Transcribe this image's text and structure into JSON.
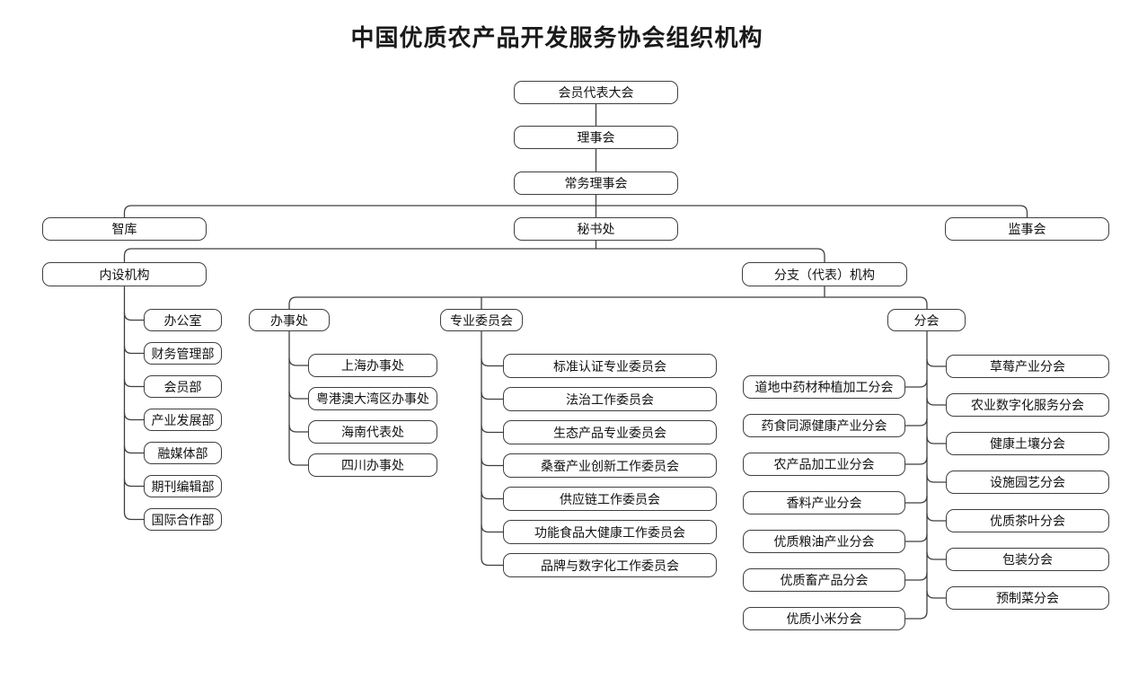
{
  "title": "中国优质农产品开发服务协会组织机构",
  "colors": {
    "line": "#3f3f3f",
    "box_border": "#3f3f3f",
    "text": "#111111",
    "background": "#ffffff"
  },
  "org": {
    "assembly": "会员代表大会",
    "council": "理事会",
    "standing_council": "常务理事会",
    "think_tank": "智库",
    "secretariat": "秘书处",
    "supervisory_board": "监事会",
    "internal_orgs": {
      "label": "内设机构",
      "departments": [
        "办公室",
        "财务管理部",
        "会员部",
        "产业发展部",
        "融媒体部",
        "期刊编辑部",
        "国际合作部"
      ]
    },
    "branch_orgs": {
      "label": "分支（代表）机构",
      "offices": {
        "label": "办事处",
        "items": [
          "上海办事处",
          "粤港澳大湾区办事处",
          "海南代表处",
          "四川办事处"
        ]
      },
      "committees": {
        "label": "专业委员会",
        "items": [
          "标准认证专业委员会",
          "法治工作委员会",
          "生态产品专业委员会",
          "桑蚕产业创新工作委员会",
          "供应链工作委员会",
          "功能食品大健康工作委员会",
          "品牌与数字化工作委员会"
        ]
      },
      "subassociations": {
        "label": "分会",
        "left_items": [
          "道地中药材种植加工分会",
          "药食同源健康产业分会",
          "农产品加工业分会",
          "香料产业分会",
          "优质粮油产业分会",
          "优质畜产品分会",
          "优质小米分会"
        ],
        "right_items": [
          "草莓产业分会",
          "农业数字化服务分会",
          "健康土壤分会",
          "设施园艺分会",
          "优质茶叶分会",
          "包装分会",
          "预制菜分会"
        ]
      }
    }
  }
}
